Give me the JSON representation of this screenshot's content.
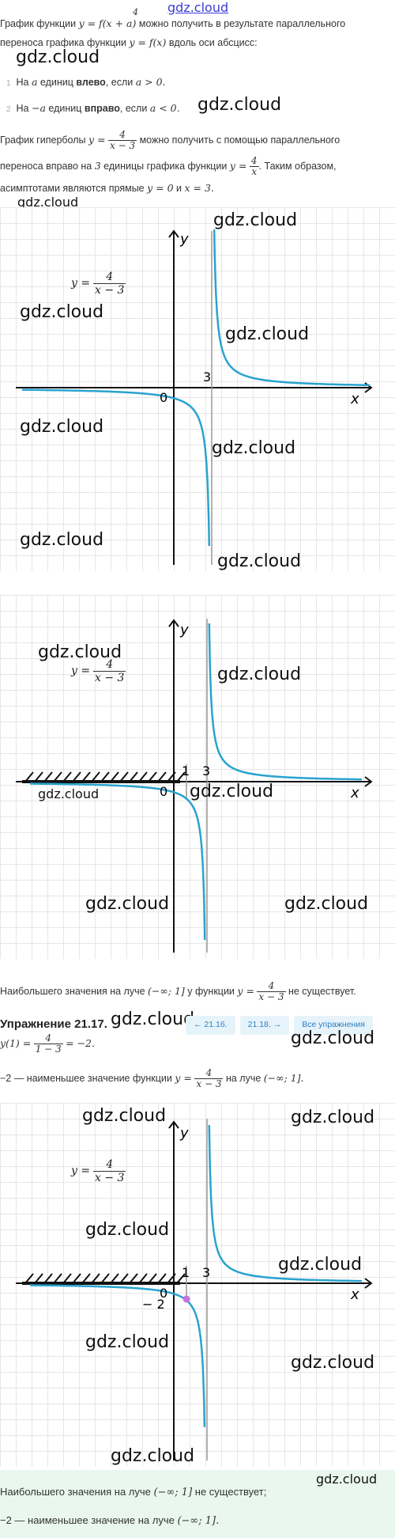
{
  "watermark": "gdz.cloud",
  "theory": {
    "line1_pre": "График функции",
    "line1_formula": "y = f(x + a)",
    "line1_post": "можно получить в результате параллельного",
    "line1_four": "4",
    "line2_pre": "переноса графика функции",
    "line2_formula": "y = f(x)",
    "line2_post": "вдоль оси абсцисс:",
    "item1_num": "1",
    "item1_pre": "На",
    "item1_var": "a",
    "item1_mid": "единиц",
    "item1_bold": "влево",
    "item1_cond_pre": ", если",
    "item1_cond": "a > 0.",
    "item2_num": "2",
    "item2_pre": "На",
    "item2_var": "−a",
    "item2_mid": "единиц",
    "item2_bold": "вправо",
    "item2_cond_pre": ", если",
    "item2_cond": "a < 0.",
    "hyp1_pre": "График гиперболы",
    "hyp1_y": "y =",
    "hyp1_post": "можно получить с помощью параллельного",
    "hyp2_pre": "переноса вправо на",
    "hyp2_num": "3",
    "hyp2_mid": "единицы графика функции",
    "hyp2_y": "y =",
    "hyp2_post": ". Таким образом,",
    "hyp3_pre": "асимптотами являются прямые",
    "hyp3_f1": "y = 0",
    "hyp3_and": "и",
    "hyp3_f2": "x = 3."
  },
  "fraction": {
    "num": "4",
    "den": "x − 3",
    "num2": "4",
    "den2": "x"
  },
  "graph": {
    "formula_lhs": "y =",
    "axis_x": "x",
    "axis_y": "y",
    "origin": "0",
    "tick_3": "3",
    "tick_1": "1",
    "tick_neg2": "− 2"
  },
  "conclusion": {
    "line1_pre": "Наибольшего значения на луче",
    "line1_interval": "(−∞; 1]",
    "line1_mid": "у функции",
    "line1_y": "y =",
    "line1_post": "не существует.",
    "exercise_title": "Упражнение 21.17.",
    "line2": "y(1) =",
    "line2_num": "4",
    "line2_den": "1 − 3",
    "line2_post": "= −2.",
    "line3_pre": "−2 — наименьшее значение функции",
    "line3_y": "y =",
    "line3_post": "на луче",
    "line3_interval": "(−∞; 1]."
  },
  "nav": {
    "prev": "← 21.16.",
    "next": "21.18. →",
    "all": "Все упражнения"
  },
  "answer": {
    "line1_pre": "Наибольшего значения на луче",
    "line1_interval": "(−∞; 1]",
    "line1_post": "не существует;",
    "line2_pre": "−2 — наименьшее значение на луче",
    "line2_interval": "(−∞; 1]."
  },
  "colors": {
    "curve": "#2aa3cf",
    "point": "#c96fe0",
    "hatch": "#111111",
    "grid": "#e6e6e6",
    "answer_bg": "#e9f7ef"
  }
}
